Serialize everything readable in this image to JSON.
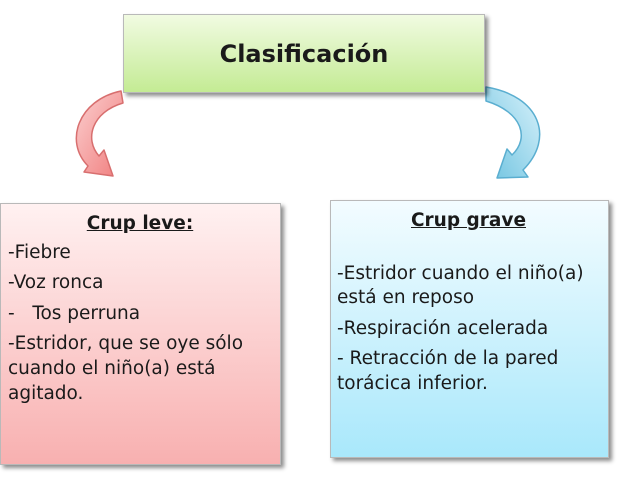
{
  "title": "Clasificación",
  "left": {
    "heading": "Crup leve:",
    "items": [
      "-Fiebre",
      "-Voz ronca",
      "-   Tos perruna",
      "-Estridor, que se oye sólo cuando el niño(a) está agitado."
    ],
    "color": "#f8b0b0"
  },
  "right": {
    "heading": "Crup grave",
    "items": [
      "-Estridor cuando el niño(a) está en reposo",
      "-Respiración acelerada",
      "- Retracción de la pared torácica inferior."
    ],
    "color": "#a9e8fb"
  },
  "arrows": {
    "left_icon": "curved-arrow-down-left",
    "right_icon": "curved-arrow-down-right",
    "left_color": "#f07c7c",
    "right_color": "#6fc3e0"
  }
}
